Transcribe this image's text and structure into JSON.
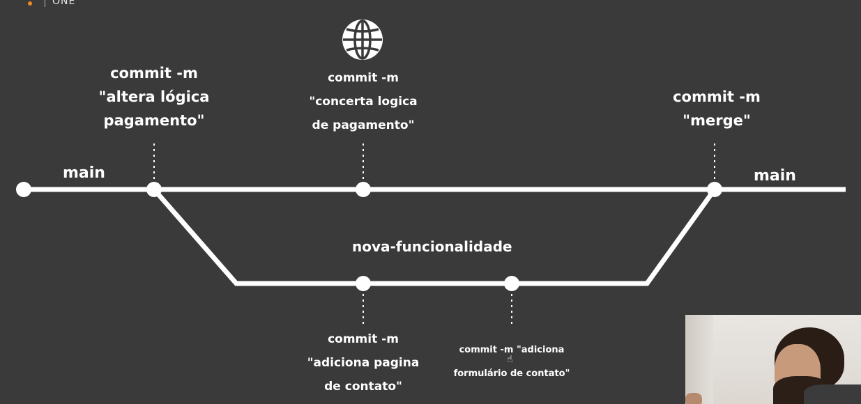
{
  "logo": {
    "text": "ONE"
  },
  "branches": {
    "main_left": "main",
    "main_right": "main",
    "feature": "nova-funcionalidade"
  },
  "commits": {
    "c1": [
      "commit -m",
      "\"altera lógica",
      "pagamento\""
    ],
    "c2": [
      "commit -m",
      "\"concerta logica",
      "de pagamento\""
    ],
    "c3": [
      "commit -m",
      "\"merge\""
    ],
    "c4": [
      "commit -m",
      "\"adiciona pagina",
      "de contato\""
    ],
    "c5": [
      "commit -m \"adiciona",
      "formulário de contato\""
    ]
  },
  "icons": {
    "globe": "globe-icon"
  }
}
